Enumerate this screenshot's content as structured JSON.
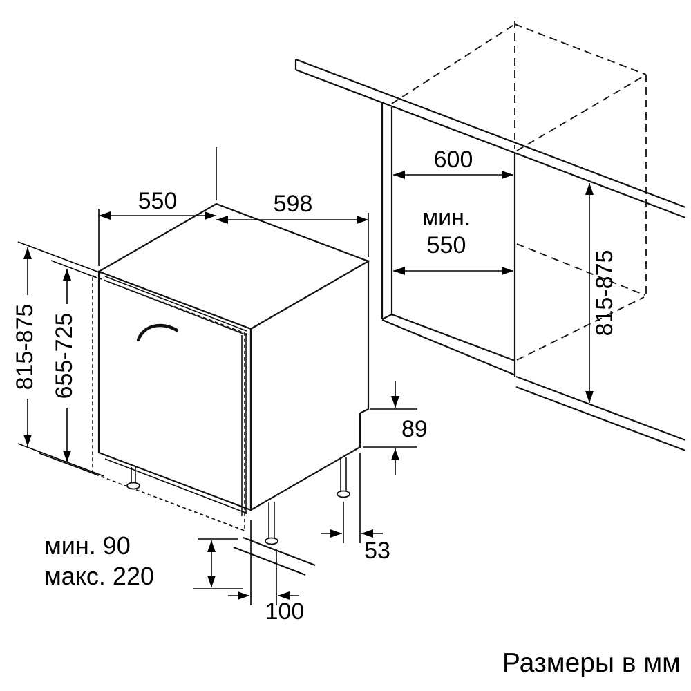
{
  "diagram": {
    "caption": "Размеры в мм",
    "dimensions": {
      "top_depth": "550",
      "top_width": "598",
      "niche_width": "600",
      "niche_depth_min_label": "мин.",
      "niche_depth_min_value": "550",
      "niche_height_right": "815-875",
      "appliance_height_left": "815-875",
      "door_panel_height": "655-725",
      "rear_step_height": "89",
      "rear_foot_offset": "53",
      "front_foot_offset": "100",
      "feet_min": "мин. 90",
      "feet_max": "макс. 220"
    }
  }
}
